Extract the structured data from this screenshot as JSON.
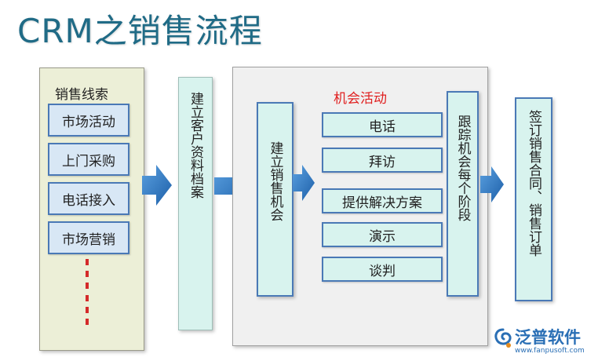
{
  "title": "CRM之销售流程",
  "leads": {
    "title": "销售线索",
    "items": [
      "市场活动",
      "上门采购",
      "电话接入",
      "市场营销"
    ]
  },
  "steps": {
    "customer_profile": "建立客户资料档案",
    "create_opportunity": "建立销售机会",
    "track_stages": "跟踪机会每个阶段",
    "sign_contract": "签订销售合同、销售订单"
  },
  "opportunity_activities": {
    "title": "机会活动",
    "items": [
      "电话",
      "拜访",
      "提供解决方案",
      "演示",
      "谈判"
    ]
  },
  "logo": {
    "text": "泛普软件",
    "url": "www.fanpusoft.com"
  },
  "colors": {
    "title": "#206b86",
    "box_fill": "#d8f3ee",
    "box_border": "#4a79b6",
    "arrow": "#2a6fb5",
    "activity_title": "#e02020",
    "dots": "#d42a2a"
  }
}
